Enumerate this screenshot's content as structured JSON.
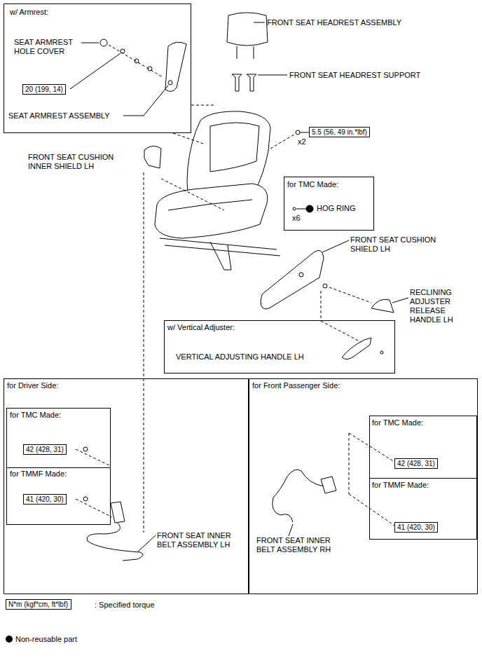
{
  "diagram": {
    "nodes": [
      {
        "text": [
          "w/ Armrest:",
          "SEAT ARMREST HOLE COVER",
          "SEAT ARMREST ASSEMBLY"
        ]
      },
      {
        "text": [
          "20 (199, 14)"
        ],
        "in": 0
      },
      {
        "text": [
          "5.5 (56, 49 in.*lbf)"
        ]
      },
      {
        "text": [
          "for TMC Made:",
          "x6",
          "HOG RING"
        ]
      },
      {
        "text": [
          "w/ Vertical Adjuster:",
          "VERTICAL ADJUSTING HANDLE LH"
        ]
      },
      {
        "text": [
          "for Driver Side:",
          "FRONT SEAT INNER BELT ASSEMBLY LH"
        ]
      },
      {
        "text": [
          "for TMC Made:"
        ],
        "in": 5
      },
      {
        "text": [
          "42 (428, 31)"
        ],
        "in": 6
      },
      {
        "text": [
          "for TMMF Made:"
        ],
        "in": 5
      },
      {
        "text": [
          "41 (420, 30)"
        ],
        "in": 8
      },
      {
        "text": [
          "for Front Passenger Side:",
          "FRONT SEAT INNER BELT ASSEMBLY RH"
        ]
      },
      {
        "text": [
          "for TMC Made:"
        ],
        "in": 10
      },
      {
        "text": [
          "42 (428, 31)"
        ],
        "in": 11
      },
      {
        "text": [
          "for TMMF Made:"
        ],
        "in": 10
      },
      {
        "text": [
          "41 (420, 30)"
        ],
        "in": 13
      },
      {
        "text": [
          "N*m (kgf*cm, ft*lbf)"
        ]
      }
    ],
    "labels": [
      "FRONT SEAT HEADREST ASSEMBLY",
      "FRONT SEAT HEADREST SUPPORT",
      "x2",
      "FRONT SEAT CUSHION INNER SHIELD LH",
      "FRONT SEAT CUSHION SHIELD LH",
      "RECLINING ADJUSTER RELEASE HANDLE LH"
    ],
    "legend": [
      {
        "text": ": Specified torque"
      },
      {
        "text": "Non-reusable part"
      }
    ]
  }
}
